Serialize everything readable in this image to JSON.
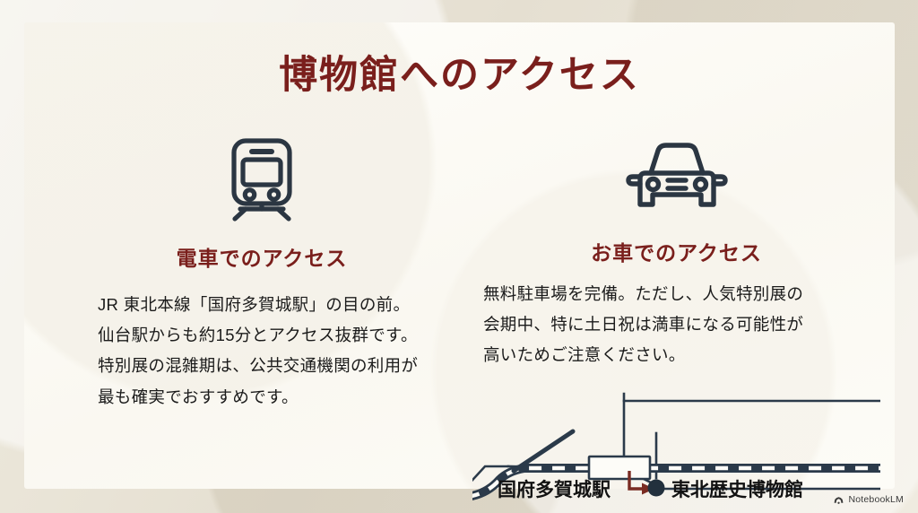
{
  "slide": {
    "title": "博物館へのアクセス",
    "title_color": "#7a1f1c",
    "card_background": "#fdfcf8",
    "frame_background": "#ebe6da"
  },
  "sections": [
    {
      "id": "train",
      "icon": "train-icon",
      "heading": "電車でのアクセス",
      "heading_color": "#7a1f1c",
      "body_lines": [
        "JR 東北本線「国府多賀城駅」の目の前。",
        "仙台駅からも約15分とアクセス抜群です。",
        "特別展の混雑期は、公共交通機関の利用が",
        "最も確実でおすすめです。"
      ]
    },
    {
      "id": "car",
      "icon": "car-icon",
      "heading": "お車でのアクセス",
      "heading_color": "#7a1f1c",
      "body_lines": [
        "無料駐車場を完備。ただし、人気特別展の",
        "会期中、特に土日祝は満車になる可能性が",
        "高いためご注意ください。"
      ]
    }
  ],
  "map": {
    "station_label": "国府多賀城駅",
    "destination_label": "東北歴史博物館",
    "line_color": "#2b3a4a",
    "arrow_color": "#7a2b22",
    "marker_color": "#22303d",
    "station_box_fill": "#fdfcf8"
  },
  "watermark": {
    "icon": "notebooklm-logo-icon",
    "text": "NotebookLM"
  }
}
